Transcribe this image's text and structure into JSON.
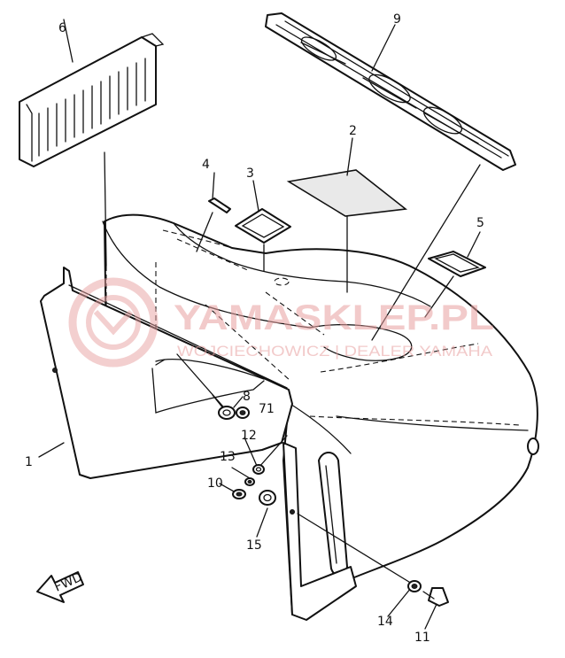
{
  "diagram": {
    "callouts": [
      {
        "id": "c1",
        "label": "1"
      },
      {
        "id": "c2",
        "label": "2"
      },
      {
        "id": "c3",
        "label": "3"
      },
      {
        "id": "c4",
        "label": "4"
      },
      {
        "id": "c5",
        "label": "5"
      },
      {
        "id": "c6",
        "label": "6"
      },
      {
        "id": "c8",
        "label": "8"
      },
      {
        "id": "c9",
        "label": "9"
      },
      {
        "id": "c10",
        "label": "10"
      },
      {
        "id": "c11",
        "label": "11"
      },
      {
        "id": "c12",
        "label": "12"
      },
      {
        "id": "c13",
        "label": "13"
      },
      {
        "id": "c14",
        "label": "14"
      },
      {
        "id": "c15",
        "label": "15"
      },
      {
        "id": "c71",
        "label": "71"
      }
    ],
    "direction_marker": "FWD"
  },
  "watermark": {
    "brand": "YAMASKLEP.PL",
    "subtitle": "WOJCIECHOWICZ | DEALER YAMAHA",
    "color": "#e8a0a0"
  }
}
